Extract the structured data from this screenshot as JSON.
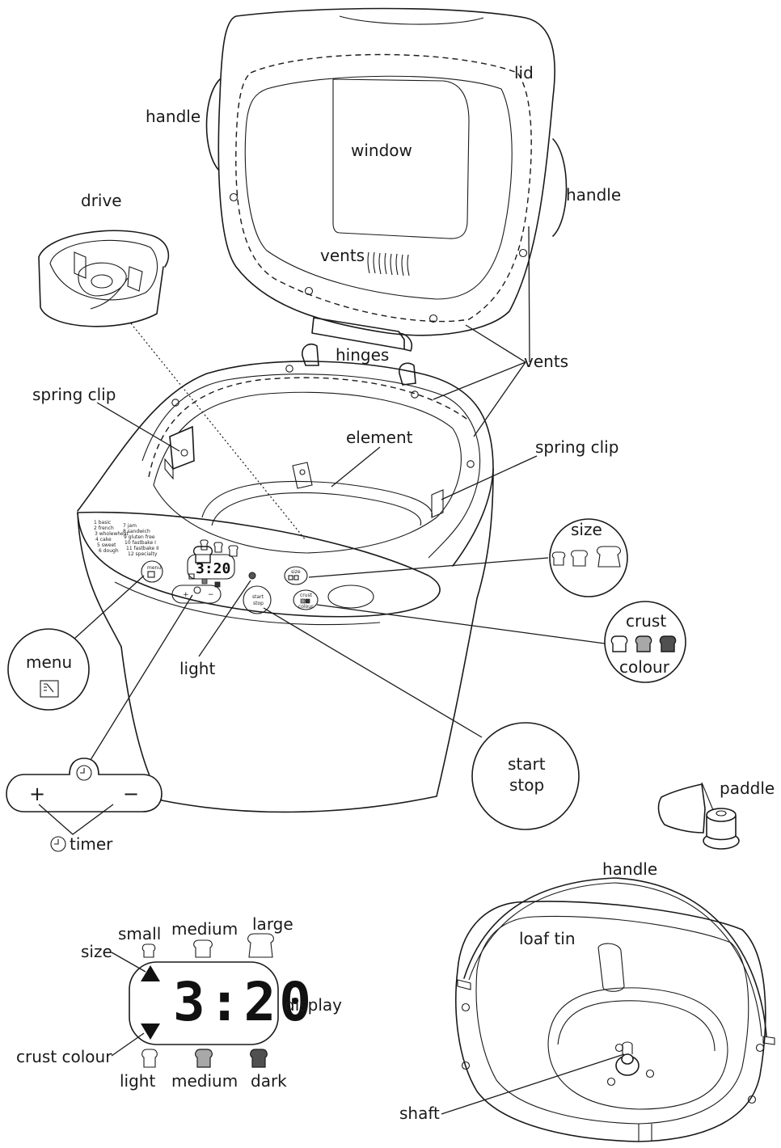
{
  "labels": {
    "lid": "lid",
    "handle_left": "handle",
    "handle_right": "handle",
    "window": "window",
    "vents_lid": "vents",
    "vents_side": "vents",
    "drive": "drive",
    "hinges": "hinges",
    "spring_clip_left": "spring clip",
    "spring_clip_right": "spring clip",
    "element": "element",
    "size": "size",
    "crust": "crust",
    "colour": "colour",
    "menu": "menu",
    "light": "light",
    "start": "start",
    "stop": "stop",
    "timer": "timer",
    "paddle": "paddle",
    "handle_tin": "handle",
    "loaf_tin": "loaf tin",
    "shaft": "shaft"
  },
  "display_detail": {
    "size_arrow": "size",
    "crust_arrow": "crust colour",
    "display": "display",
    "time": "3:20",
    "sizes": [
      "small",
      "medium",
      "large"
    ],
    "crusts": [
      "light",
      "medium",
      "dark"
    ]
  },
  "control_panel": {
    "time": "3:20",
    "menu_button": "menu",
    "start_button": [
      "start",
      "stop"
    ],
    "size_button": "size",
    "crust_button": [
      "crust",
      "colour"
    ],
    "programs_left": [
      "1 basic",
      "2 french",
      "3 wholewheat",
      "4 cake",
      "5 sweet",
      "6 dough"
    ],
    "programs_right": [
      "7 jam",
      "8 sandwich",
      "9 gluten free",
      "10 fastbake I",
      "11 fastbake II",
      "12 specialty"
    ]
  },
  "timer_symbols": {
    "plus": "+",
    "minus": "−"
  },
  "colors": {
    "line": "#1a1a1a",
    "crust_light": "#ffffff",
    "crust_medium": "#a8a8a8",
    "crust_dark": "#505050"
  },
  "icons": [
    "clock-icon",
    "menu-icon",
    "loaf-icon"
  ]
}
